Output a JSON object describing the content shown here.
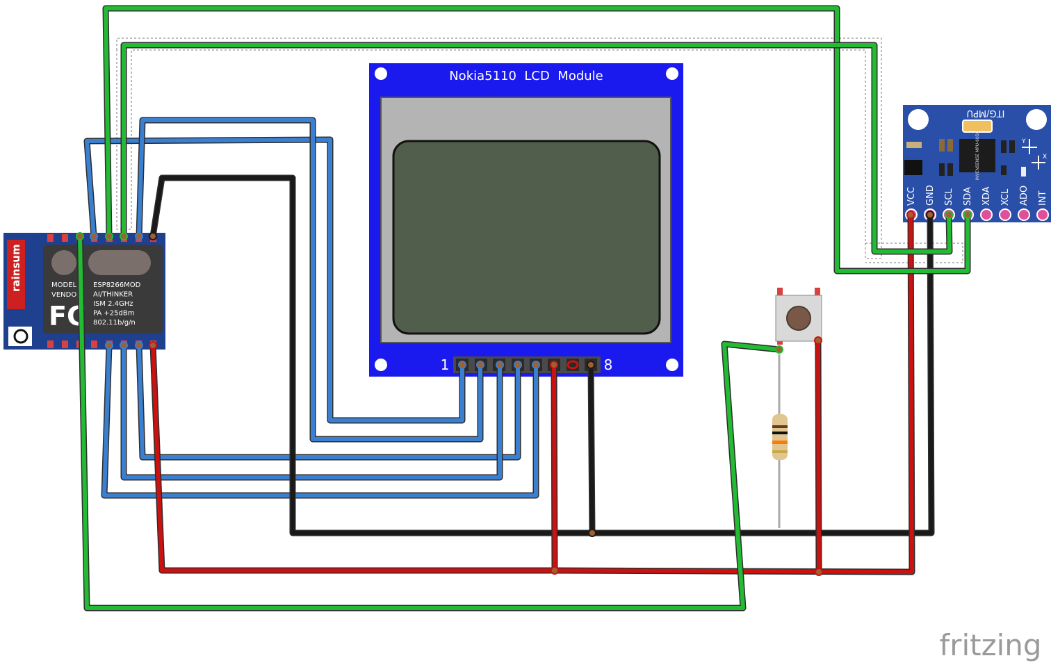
{
  "colors": {
    "wire_green": "#22bb33",
    "wire_blue": "#3a7fd0",
    "wire_black": "#1a1a1a",
    "wire_red": "#cc1111",
    "lcd_board": "#1a1aee",
    "mpu_board": "#2a4fa8",
    "esp_board": "#1f3f8f",
    "lcd_screen": "#525e4c"
  },
  "lcd": {
    "title": "Nokia5110  LCD  Module",
    "pin_first": "1",
    "pin_last": "8"
  },
  "esp": {
    "brand": "rainsum",
    "model_label": "MODEL",
    "vendor_label": "VENDO",
    "fcc_mark": "FC",
    "spec_lines": [
      "ESP8266MOD",
      "AI/THINKER",
      "ISM 2.4GHz",
      "PA  +25dBm",
      "802.11b/g/n"
    ]
  },
  "mpu": {
    "title": "ITG/MPU",
    "chip_text": "INVENSENSE MPU-6050",
    "pins": [
      "VCC",
      "GND",
      "SCL",
      "SDA",
      "XDA",
      "XCL",
      "ADO",
      "INT"
    ],
    "axis_labels": [
      "Y",
      "X"
    ]
  },
  "logo": {
    "text": "fritzing"
  }
}
